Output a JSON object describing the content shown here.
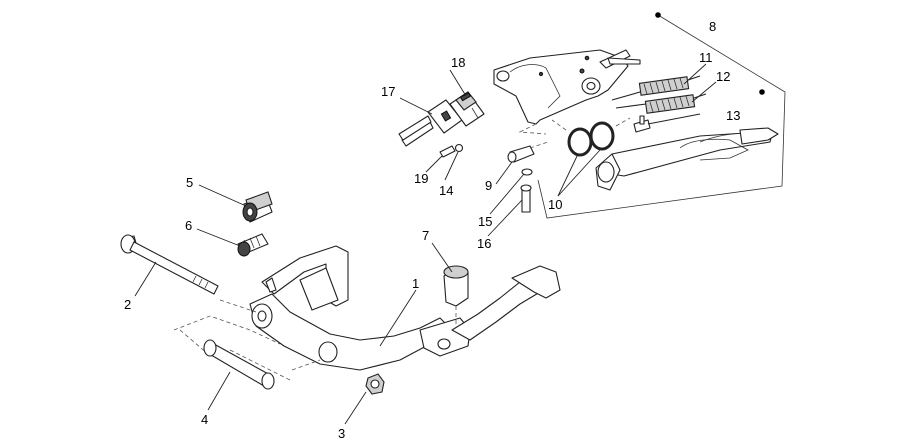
{
  "callouts": {
    "c1": "1",
    "c2": "2",
    "c3": "3",
    "c4": "4",
    "c5": "5",
    "c6": "6",
    "c7": "7",
    "c8": "8",
    "c9": "9",
    "c10": "10",
    "c11": "11",
    "c12": "12",
    "c13": "13",
    "c14": "14",
    "c15": "15",
    "c16": "16",
    "c17": "17",
    "c18": "18",
    "c19": "19"
  },
  "colors": {
    "line": "#222222",
    "background": "#ffffff",
    "shade": "#cfcfcf"
  }
}
